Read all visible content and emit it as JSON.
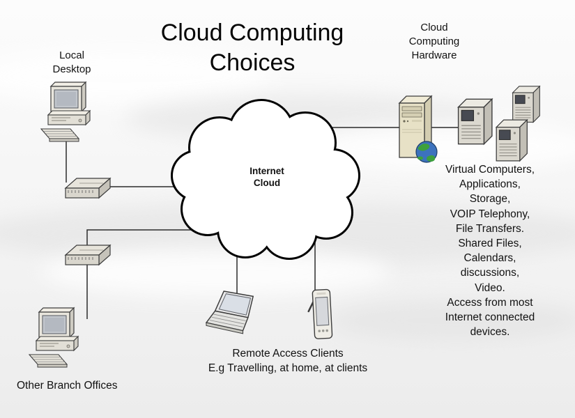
{
  "title": {
    "line1": "Cloud Computing",
    "line2": "Choices"
  },
  "cloud": {
    "label_line1": "Internet",
    "label_line2": "Cloud"
  },
  "local_desktop": {
    "label_line1": "Local",
    "label_line2": "Desktop"
  },
  "branch_offices": {
    "label": "Other Branch Offices"
  },
  "remote_access": {
    "label_line1": "Remote Access Clients",
    "label_line2": "E.g Travelling, at home, at clients"
  },
  "hardware": {
    "label_line1": "Cloud",
    "label_line2": "Computing",
    "label_line3": "Hardware",
    "description_lines": [
      "Virtual Computers,",
      "Applications,",
      "Storage,",
      "VOIP Telephony,",
      "File Transfers.",
      "Shared Files,",
      "Calendars,",
      "discussions,",
      "Video.",
      "Access from most",
      "Internet connected",
      "devices."
    ]
  },
  "icons": {
    "local_desktop": "desktop-computer-icon",
    "branch_desktop": "desktop-computer-icon",
    "switch_upper": "network-switch-icon",
    "switch_lower": "network-switch-icon",
    "cloud": "cloud-shape",
    "server_tower": "server-tower-icon",
    "globe": "globe-icon",
    "virtual_servers": "server-box-icon",
    "laptop": "laptop-icon",
    "pda": "handheld-pda-icon"
  },
  "colors": {
    "outline": "#3c3c3c",
    "cloud_outline": "#000000",
    "cloud_fill": "#ffffff",
    "beige_device": "#e7e1c6",
    "gray_device": "#dbd8cf",
    "globe_ocean": "#3c72bd",
    "globe_land": "#3da03d",
    "background_top": "#fcfcfc",
    "background_bottom": "#ececec"
  }
}
